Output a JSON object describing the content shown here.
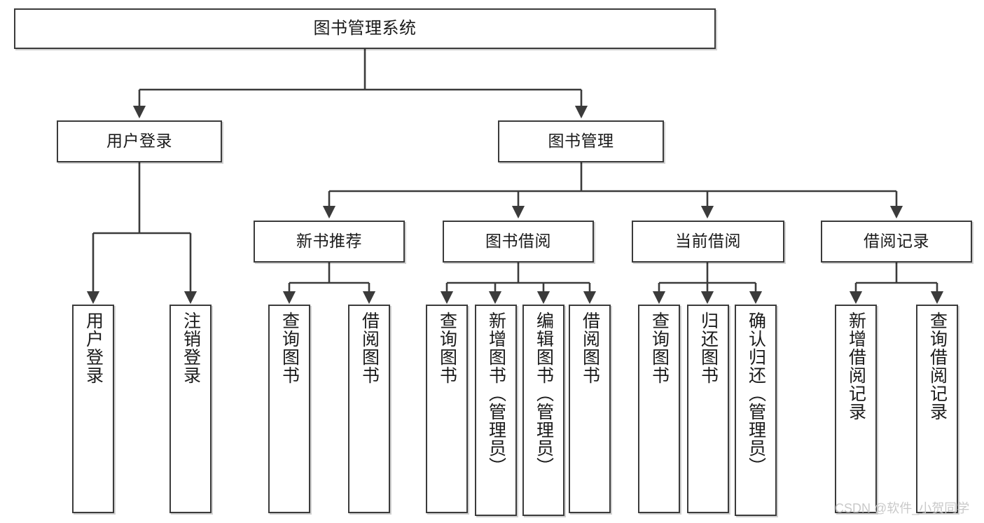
{
  "diagram": {
    "type": "tree-flowchart",
    "title": "图书管理系统",
    "orientation": "top-down",
    "colors": {
      "box_border": "#3b3b3b",
      "box_fill": "#ffffff",
      "connector": "#3b3b3b",
      "watermark": "#c9c9c9",
      "page_background": "#ffffff"
    },
    "nodes": {
      "root": {
        "label": "图书管理系统"
      },
      "level2": [
        {
          "id": "user-login",
          "label": "用户登录"
        },
        {
          "id": "book-manage",
          "label": "图书管理"
        }
      ],
      "level3": [
        {
          "id": "new-book-rec",
          "label": "新书推荐"
        },
        {
          "id": "book-borrow",
          "label": "图书借阅"
        },
        {
          "id": "current-borrow",
          "label": "当前借阅"
        },
        {
          "id": "borrow-record",
          "label": "借阅记录"
        }
      ],
      "leaves": {
        "user-login": [
          {
            "id": "leaf-user-login",
            "label": "用户登录"
          },
          {
            "id": "leaf-logout-login",
            "label": "注销登录"
          }
        ],
        "new-book-rec": [
          {
            "id": "leaf-query-book-1",
            "label": "查询图书"
          },
          {
            "id": "leaf-borrow-book-1",
            "label": "借阅图书"
          }
        ],
        "book-borrow": [
          {
            "id": "leaf-query-book-2",
            "label": "查询图书"
          },
          {
            "id": "leaf-add-book",
            "label": "新增图书（管理员）"
          },
          {
            "id": "leaf-edit-book",
            "label": "编辑图书（管理员）"
          },
          {
            "id": "leaf-borrow-book-2",
            "label": "借阅图书"
          }
        ],
        "current-borrow": [
          {
            "id": "leaf-query-book-3",
            "label": "查询图书"
          },
          {
            "id": "leaf-return-book",
            "label": "归还图书"
          },
          {
            "id": "leaf-confirm-return",
            "label": "确认归还（管理员）"
          }
        ],
        "borrow-record": [
          {
            "id": "leaf-add-record",
            "label": "新增借阅记录"
          },
          {
            "id": "leaf-query-record",
            "label": "查询借阅记录"
          }
        ]
      }
    },
    "watermark": "CSDN @软件_小贺同学"
  }
}
